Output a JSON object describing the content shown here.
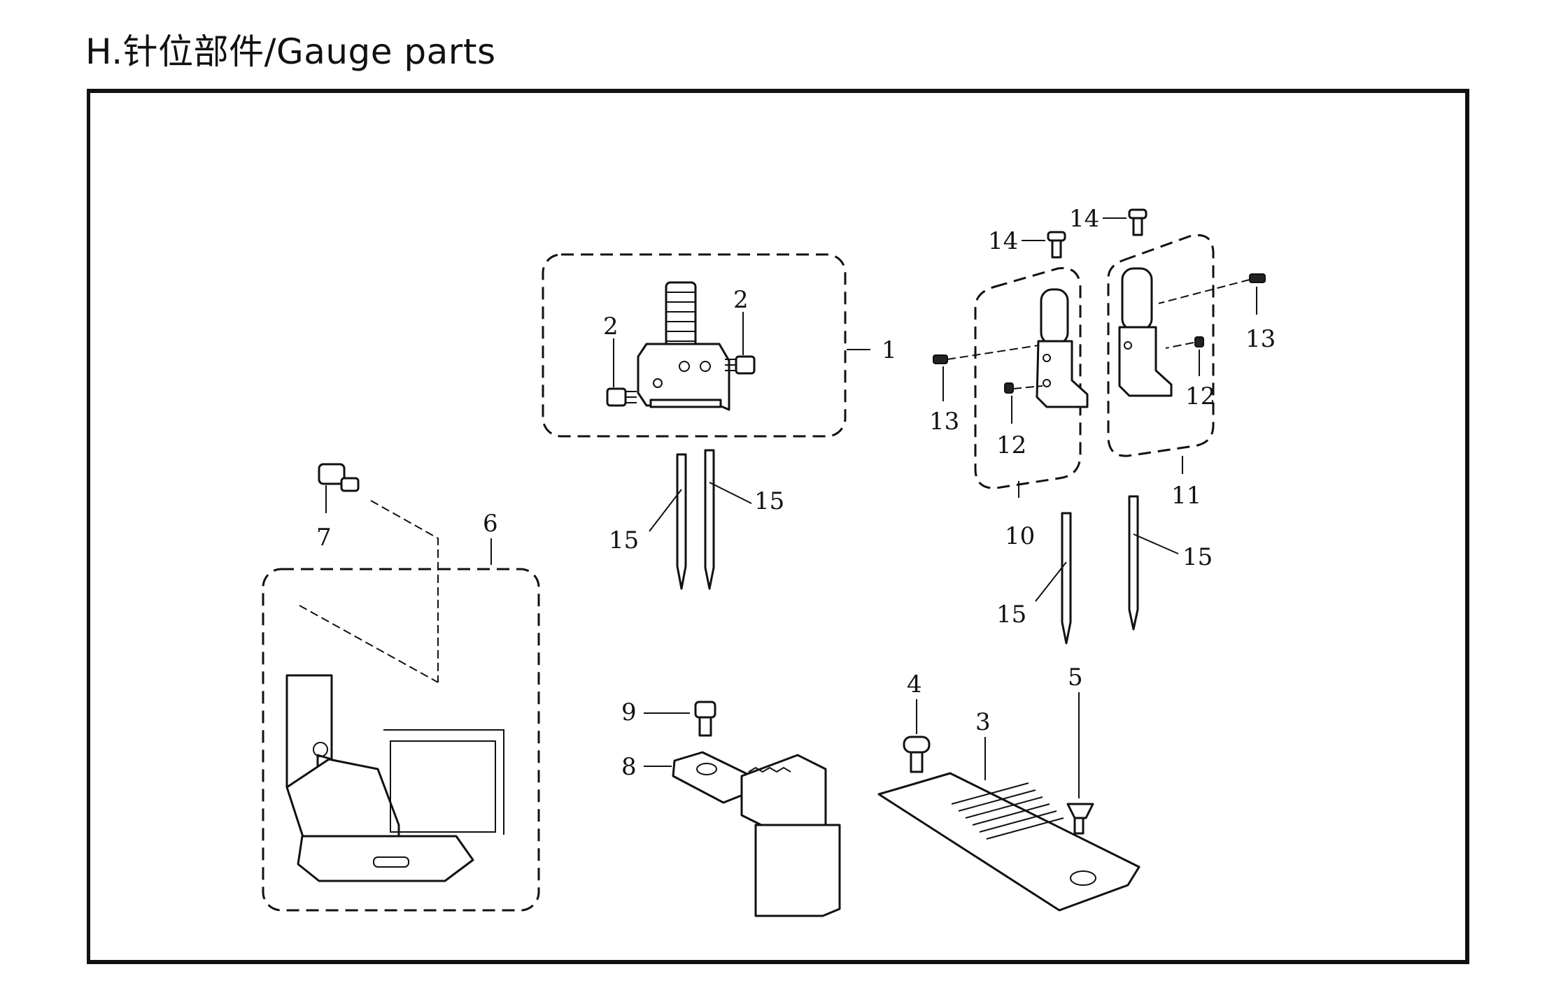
{
  "title": "H.针位部件/Gauge parts",
  "callouts": {
    "c1": "1",
    "c2a": "2",
    "c2b": "2",
    "c3": "3",
    "c4": "4",
    "c5": "5",
    "c6": "6",
    "c7": "7",
    "c8": "8",
    "c9": "9",
    "c10": "10",
    "c11": "11",
    "c12a": "12",
    "c12b": "12",
    "c13a": "13",
    "c13b": "13",
    "c14a": "14",
    "c14b": "14",
    "c15a": "15",
    "c15b": "15",
    "c15c": "15",
    "c15d": "15"
  }
}
